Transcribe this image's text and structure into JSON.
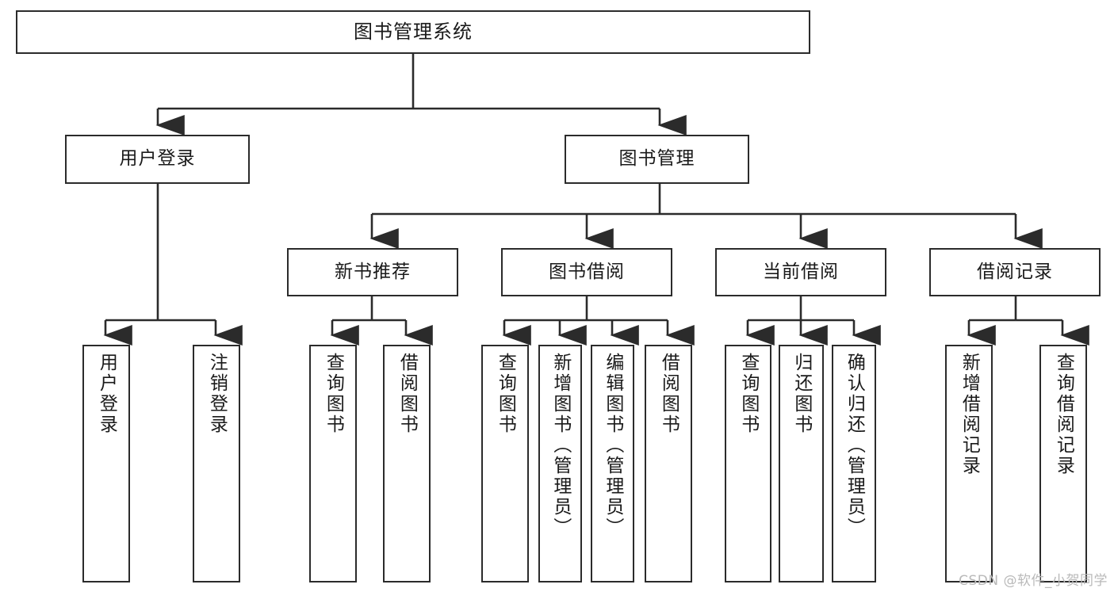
{
  "diagram": {
    "type": "hierarchy-tree",
    "title": "图书管理系统",
    "watermark": "CSDN @软件_小贺同学",
    "colors": {
      "stroke": "#2b2b2b",
      "fill": "#ffffff",
      "text": "#1a1a1a",
      "watermark": "#b9b9b9"
    },
    "levels": {
      "root": {
        "label": "图书管理系统"
      },
      "level2": [
        {
          "label": "用户登录"
        },
        {
          "label": "图书管理"
        }
      ],
      "level3": [
        {
          "label": "新书推荐"
        },
        {
          "label": "图书借阅"
        },
        {
          "label": "当前借阅"
        },
        {
          "label": "借阅记录"
        }
      ],
      "leaves": [
        {
          "label": "用户登录",
          "parent": "用户登录"
        },
        {
          "label": "注销登录",
          "parent": "用户登录"
        },
        {
          "label": "查询图书",
          "parent": "新书推荐"
        },
        {
          "label": "借阅图书",
          "parent": "新书推荐"
        },
        {
          "label": "查询图书",
          "parent": "图书借阅"
        },
        {
          "label": "新增图书（管理员）",
          "parent": "图书借阅"
        },
        {
          "label": "编辑图书（管理员）",
          "parent": "图书借阅"
        },
        {
          "label": "借阅图书",
          "parent": "图书借阅"
        },
        {
          "label": "查询图书",
          "parent": "当前借阅"
        },
        {
          "label": "归还图书",
          "parent": "当前借阅"
        },
        {
          "label": "确认归还（管理员）",
          "parent": "当前借阅"
        },
        {
          "label": "新增借阅记录",
          "parent": "借阅记录"
        },
        {
          "label": "查询借阅记录",
          "parent": "借阅记录"
        }
      ]
    }
  }
}
